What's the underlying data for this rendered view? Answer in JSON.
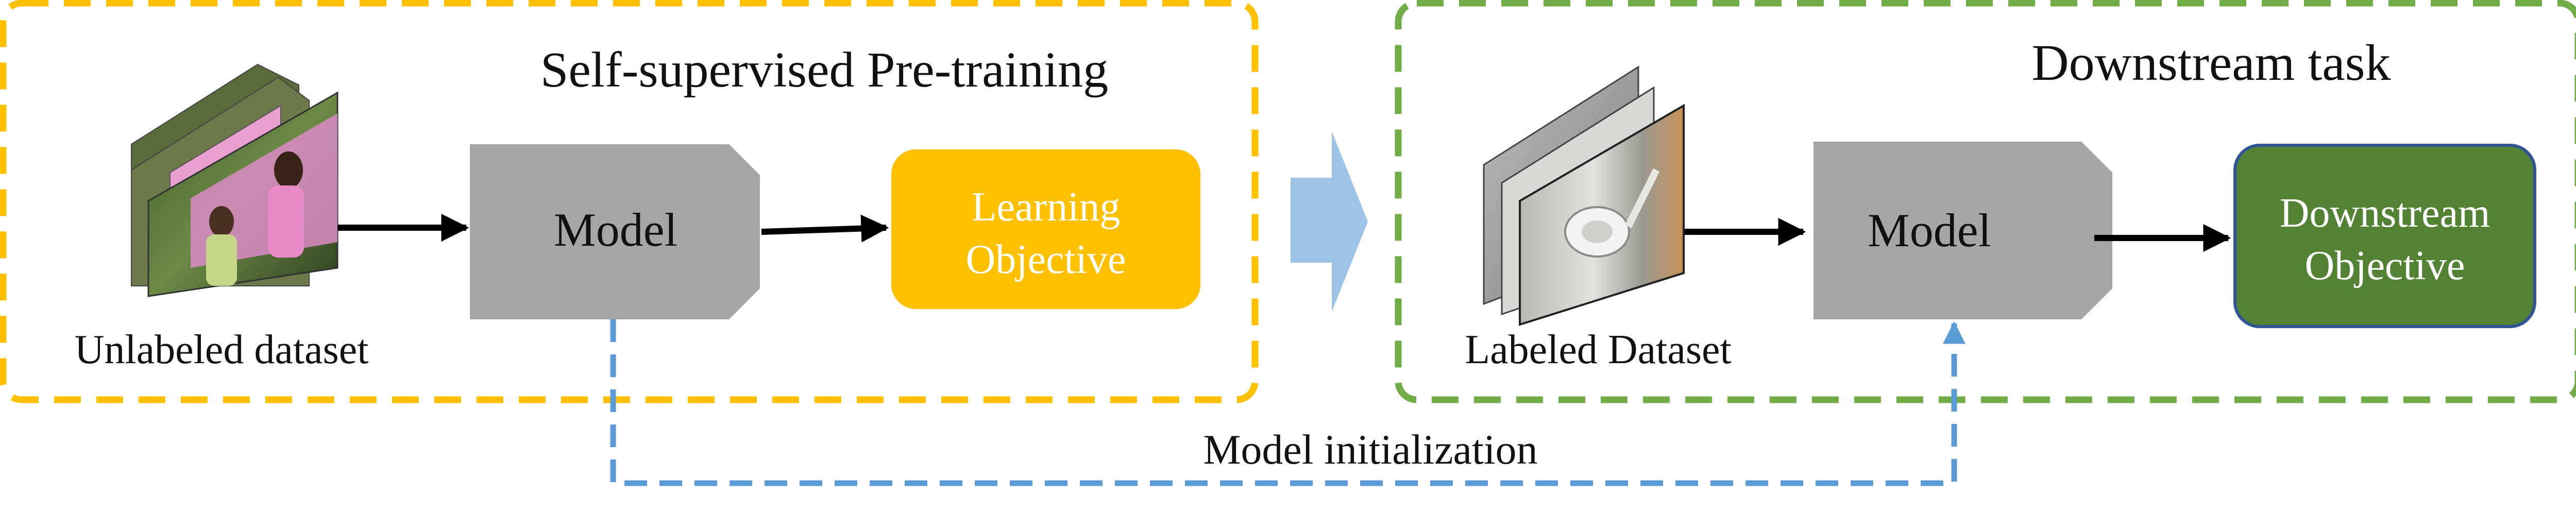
{
  "pretraining": {
    "title": "Self-supervised Pre-training",
    "dataset_label": "Unlabeled dataset",
    "model_label": "Model",
    "objective_line1": "Learning",
    "objective_line2": "Objective"
  },
  "downstream": {
    "title": "Downstream task",
    "dataset_label": "Labeled Dataset",
    "model_label": "Model",
    "objective_line1": "Downstream",
    "objective_line2": "Objective"
  },
  "connector": {
    "label": "Model initialization"
  },
  "colors": {
    "pretrain_border": "#FFC000",
    "downstream_border": "#70AD47",
    "model_fill": "#A6A6A6",
    "learning_objective_fill": "#FFC000",
    "downstream_objective_fill": "#548235",
    "downstream_objective_border": "#2F5597",
    "transition_arrow": "#9DC3E6",
    "init_connector": "#5B9BD5",
    "flow_arrow": "#000000"
  }
}
